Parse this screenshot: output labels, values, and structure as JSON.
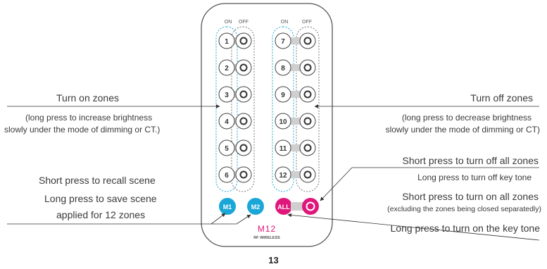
{
  "remote": {
    "col_labels": [
      "ON",
      "OFF",
      "ON",
      "OFF"
    ],
    "zone_numbers": [
      "1",
      "2",
      "3",
      "4",
      "5",
      "6",
      "7",
      "8",
      "9",
      "10",
      "11",
      "12"
    ],
    "buttons": {
      "m1": "M1",
      "m2": "M2",
      "all": "ALL"
    },
    "model": "M12",
    "subtitle": "RF WIRELESS",
    "colors": {
      "scene": "#1aa7d8",
      "all": "#e0177a",
      "off_all": "#e0177a",
      "body": "#ffffff",
      "outline": "#555555"
    }
  },
  "annotations": {
    "turn_on": {
      "title": "Turn on zones",
      "line1": "(long press to increase brightness",
      "line2": "slowly under the mode of dimming or CT.)"
    },
    "turn_off": {
      "title": "Turn off zones",
      "line1": "(long press to decrease brightness",
      "line2": "slowly under the mode of dimming or CT)"
    },
    "off_all": {
      "title": "Short press to turn off all zones",
      "sub": "Long press to turn off key tone"
    },
    "on_all": {
      "title": "Short press to turn on all zones",
      "sub": "(excluding the zones being closed separatedly)"
    },
    "key_tone": "Long press to turn on the key tone",
    "scene": {
      "line1": "Short press to recall scene",
      "line2": "Long press to save scene",
      "line3": "applied for 12 zones"
    }
  },
  "page_number": "13"
}
